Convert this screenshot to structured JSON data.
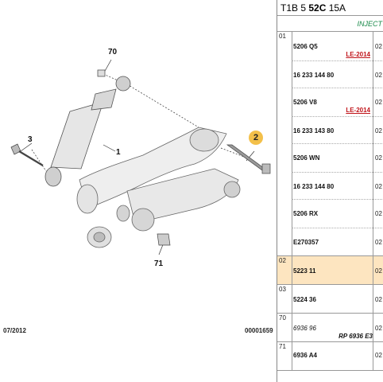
{
  "diagram": {
    "callouts": {
      "c70": "70",
      "c1": "1",
      "c3": "3",
      "c2": "2",
      "c71": "71"
    },
    "footer_date": "07/2012",
    "footer_code": "00001659"
  },
  "panel": {
    "title_a": "T1B 5 ",
    "title_b": "52C",
    "title_c": " 15A",
    "subtitle": "INJECT",
    "groups": [
      {
        "num": "01",
        "rows": [
          {
            "ref": "5206 Q5",
            "note": "LE-2014",
            "qty": "02"
          },
          {
            "ref": "16 233 144 80",
            "note": "",
            "qty": "02"
          },
          {
            "ref": "5206 V8",
            "note": "LE-2014",
            "qty": "02"
          },
          {
            "ref": "16 233 143 80",
            "note": "",
            "qty": "02"
          },
          {
            "ref": "5206 WN",
            "note": "",
            "qty": "02"
          },
          {
            "ref": "16 233 144 80",
            "note": "",
            "qty": "02"
          },
          {
            "ref": "5206 RX",
            "note": "",
            "qty": "02"
          },
          {
            "ref": "E270357",
            "note": "",
            "qty": "02"
          }
        ]
      },
      {
        "num": "02",
        "rows": [
          {
            "ref": "5223 11",
            "qty": "02"
          }
        ]
      },
      {
        "num": "03",
        "rows": [
          {
            "ref": "5224 36",
            "qty": "02"
          }
        ]
      },
      {
        "num": "70",
        "rows": [
          {
            "ref": "6936 96",
            "rp": "RP 6936 E3",
            "qty": "02"
          }
        ]
      },
      {
        "num": "71",
        "rows": [
          {
            "ref": "6936 A4",
            "qty": "02"
          }
        ]
      }
    ]
  },
  "colors": {
    "highlight": "#fde5c0",
    "note_red": "#c0151b",
    "bubble": "#f3c04a",
    "subtitle_green": "#1a8a4a"
  }
}
